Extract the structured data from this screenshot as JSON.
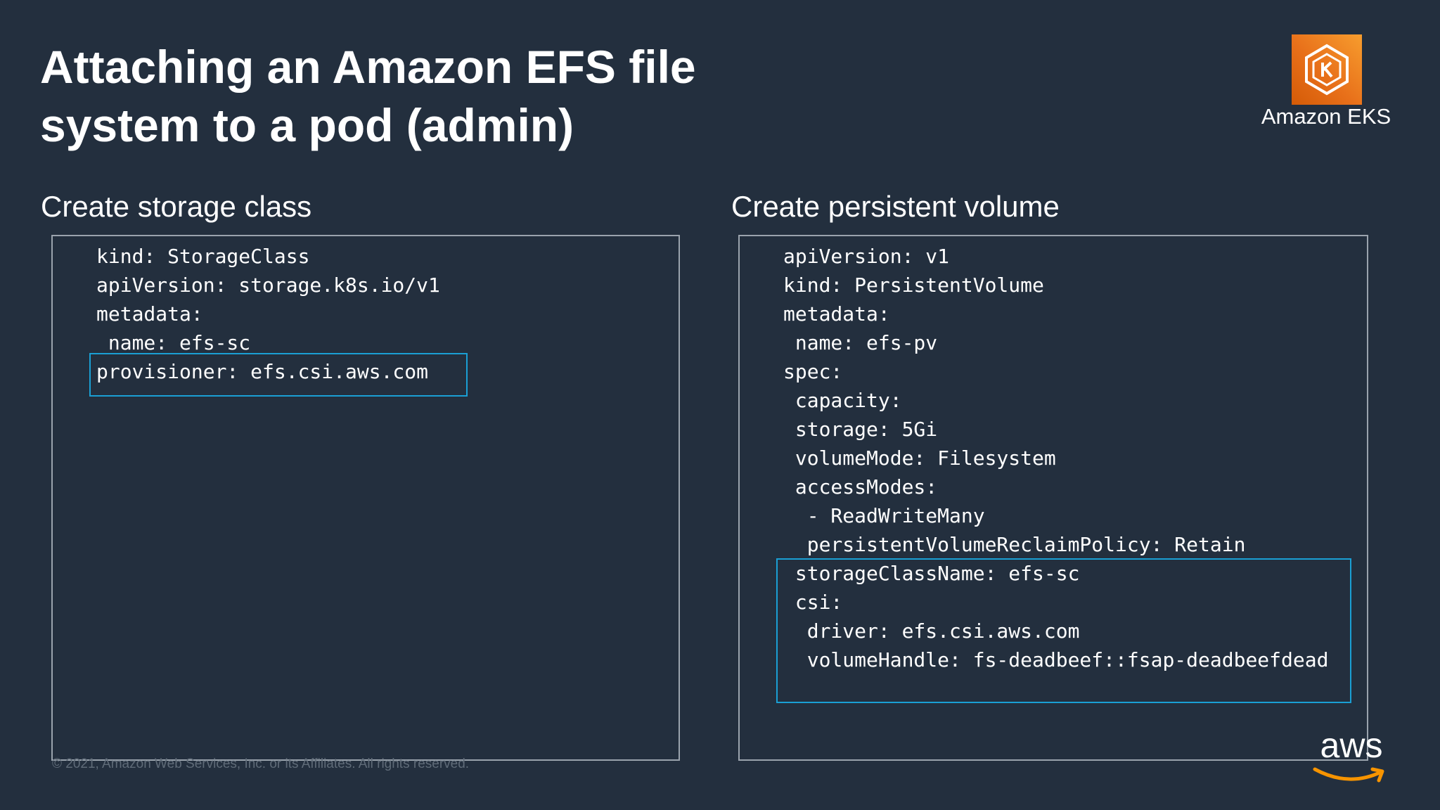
{
  "slide": {
    "title_line1": "Attaching an Amazon EFS file",
    "title_line2": "system to a pod (admin)"
  },
  "brand": {
    "service_label": "Amazon EKS",
    "service_icon": "eks-icon",
    "company_logo_text": "aws",
    "accent_color": "#1a9fd4",
    "icon_color": "#e8701a"
  },
  "storage_class": {
    "heading": "Create storage class",
    "lines": [
      "kind: StorageClass",
      "apiVersion: storage.k8s.io/v1",
      "metadata:",
      " name: efs-sc",
      "provisioner: efs.csi.aws.com"
    ]
  },
  "persistent_volume": {
    "heading": "Create persistent volume",
    "lines": [
      "apiVersion: v1",
      "kind: PersistentVolume",
      "metadata:",
      " name: efs-pv",
      "spec:",
      " capacity:",
      " storage: 5Gi",
      " volumeMode: Filesystem",
      " accessModes:",
      "  - ReadWriteMany",
      "  persistentVolumeReclaimPolicy: Retain",
      " storageClassName: efs-sc",
      " csi:",
      "  driver: efs.csi.aws.com",
      "  volumeHandle: fs-deadbeef::fsap-deadbeefdead"
    ]
  },
  "footer": {
    "copyright": "© 2021, Amazon Web Services, Inc. or its Affiliates. All rights reserved."
  }
}
